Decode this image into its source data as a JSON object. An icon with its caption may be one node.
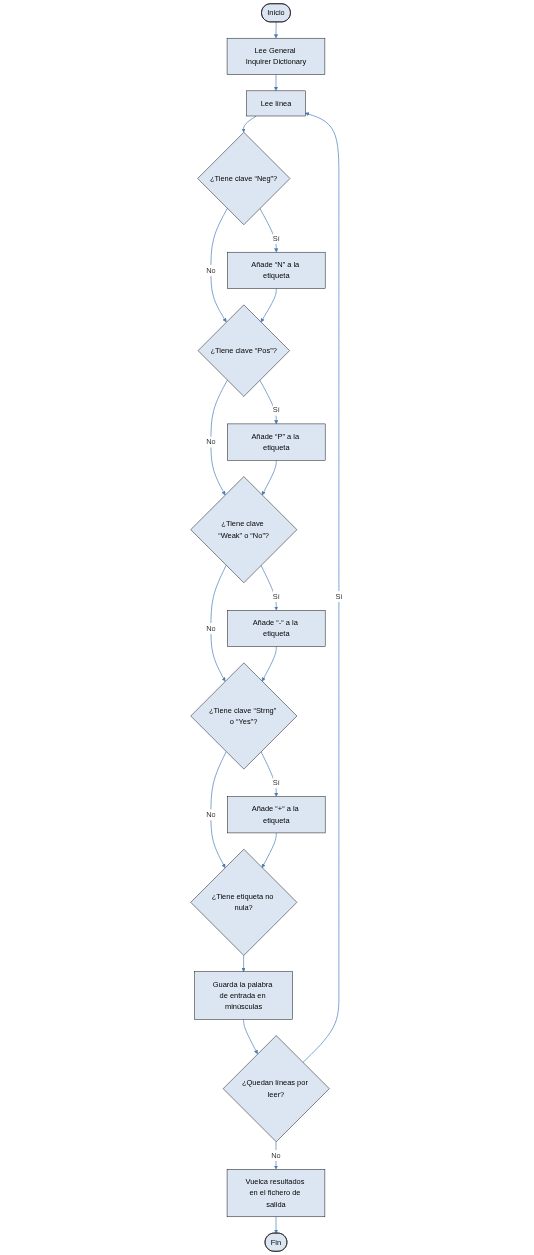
{
  "diagram": {
    "nodes": [
      {
        "text": [
          "Inicio"
        ]
      },
      {
        "text": [
          "Lee General Inquirer Dictionary"
        ]
      },
      {
        "text": [
          "Lee línea"
        ]
      },
      {
        "text": [
          "¿Tiene clave “Neg”?"
        ]
      },
      {
        "text": [
          "Añade “N” a la etiqueta"
        ]
      },
      {
        "text": [
          "¿Tiene clave “Pos”?"
        ]
      },
      {
        "text": [
          "Añade “P” a la etiqueta"
        ]
      },
      {
        "text": [
          "¿Tiene clave “Weak” o “No”?"
        ]
      },
      {
        "text": [
          "Añade “-“ a la etiqueta"
        ]
      },
      {
        "text": [
          "¿Tiene clave “Strng” o “Yes”?"
        ]
      },
      {
        "text": [
          "Añade “+“ a la etiqueta"
        ]
      },
      {
        "text": [
          "¿Tiene etiqueta no nula?"
        ]
      },
      {
        "text": [
          "Guarda la palabra de entrada en minúsculas"
        ]
      },
      {
        "text": [
          "¿Quedan líneas por leer?"
        ]
      },
      {
        "text": [
          "Vuelca resultados en el fichero de salida"
        ]
      },
      {
        "text": [
          "Fin"
        ]
      }
    ],
    "edges": [
      {
        "from": 0,
        "to": 1,
        "arrow": "to"
      },
      {
        "from": 1,
        "to": 2,
        "arrow": "to"
      },
      {
        "from": 2,
        "to": 3,
        "arrow": "to"
      },
      {
        "from": 3,
        "to": 4,
        "arrow": "to",
        "label": "Sí"
      },
      {
        "from": 3,
        "to": 5,
        "arrow": "to",
        "label": "No"
      },
      {
        "from": 4,
        "to": 5,
        "arrow": "to"
      },
      {
        "from": 5,
        "to": 6,
        "arrow": "to",
        "label": "Sí"
      },
      {
        "from": 5,
        "to": 7,
        "arrow": "to",
        "label": "No"
      },
      {
        "from": 6,
        "to": 7,
        "arrow": "to"
      },
      {
        "from": 7,
        "to": 8,
        "arrow": "to",
        "label": "Sí"
      },
      {
        "from": 7,
        "to": 9,
        "arrow": "to",
        "label": "No"
      },
      {
        "from": 8,
        "to": 9,
        "arrow": "to"
      },
      {
        "from": 9,
        "to": 10,
        "arrow": "to",
        "label": "Sí"
      },
      {
        "from": 9,
        "to": 11,
        "arrow": "to",
        "label": "No"
      },
      {
        "from": 10,
        "to": 11,
        "arrow": "to"
      },
      {
        "from": 11,
        "to": 12,
        "arrow": "to"
      },
      {
        "from": 12,
        "to": 13,
        "arrow": "to"
      },
      {
        "from": 13,
        "to": 2,
        "arrow": "to",
        "label": "Sí"
      },
      {
        "from": 13,
        "to": 14,
        "arrow": "to",
        "label": "No"
      },
      {
        "from": 14,
        "to": 15,
        "arrow": "to"
      }
    ]
  }
}
